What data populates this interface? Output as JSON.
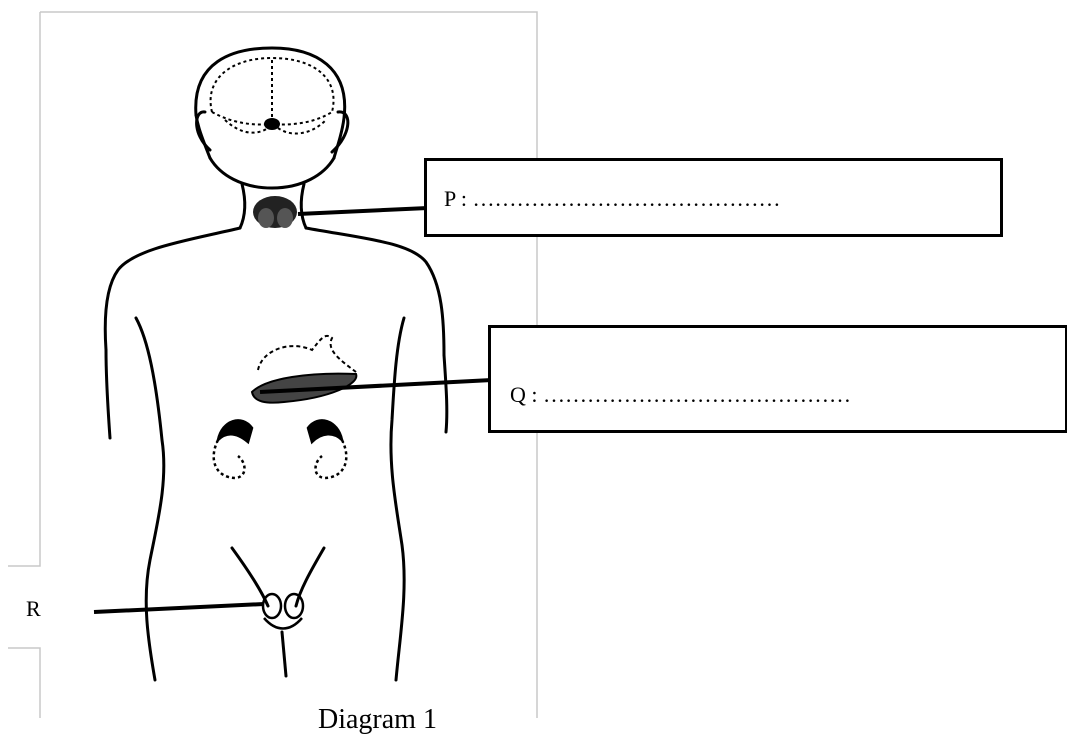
{
  "labels": {
    "p": "P : ……………………………………",
    "q": "Q : ……………………………………",
    "r": "R"
  },
  "caption": "Diagram 1",
  "colors": {
    "ink": "#000000",
    "frame": "#c8c8c8",
    "paper": "#ffffff"
  }
}
